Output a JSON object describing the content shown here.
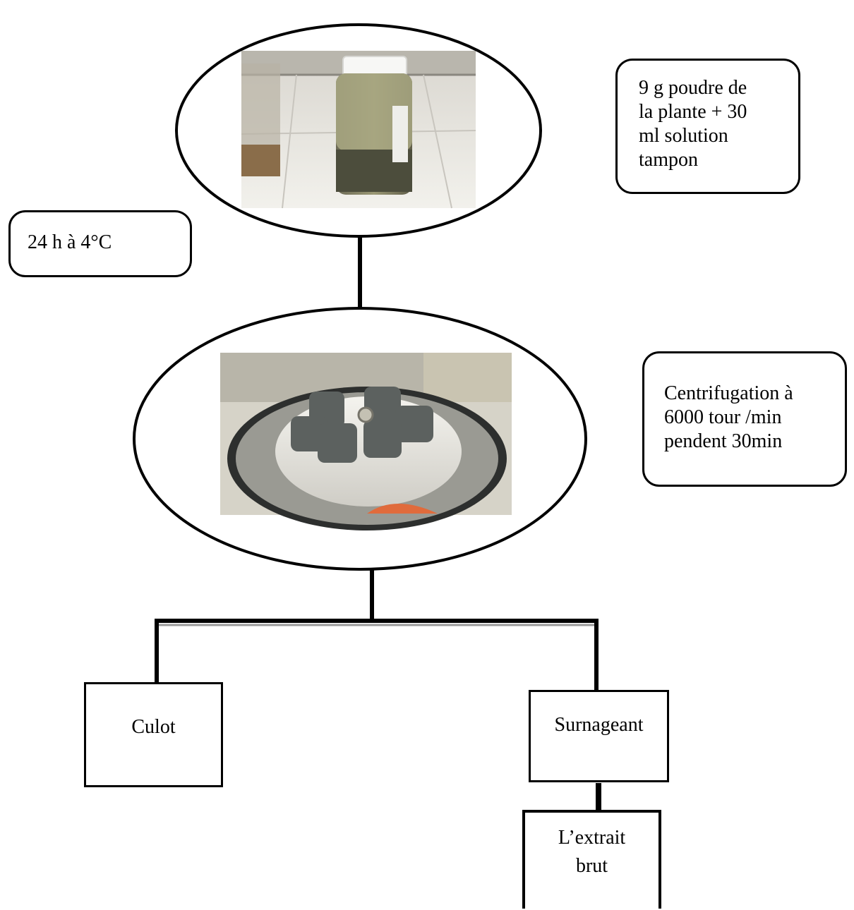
{
  "steps": {
    "maceration_ingredients": "9 g poudre de la plante + 30 ml solution tampon",
    "maceration_conditions": "24 h à 4°C",
    "centrifugation": "Centrifugation à 6000 tour /min pendent 30min"
  },
  "outputs": {
    "pellet": "Culot",
    "supernatant": "Surnageant",
    "crude_extract": "L’extrait brut"
  },
  "photos": {
    "top": "jar-of-plant-powder-in-buffer-photo",
    "middle": "centrifuge-rotor-photo"
  }
}
